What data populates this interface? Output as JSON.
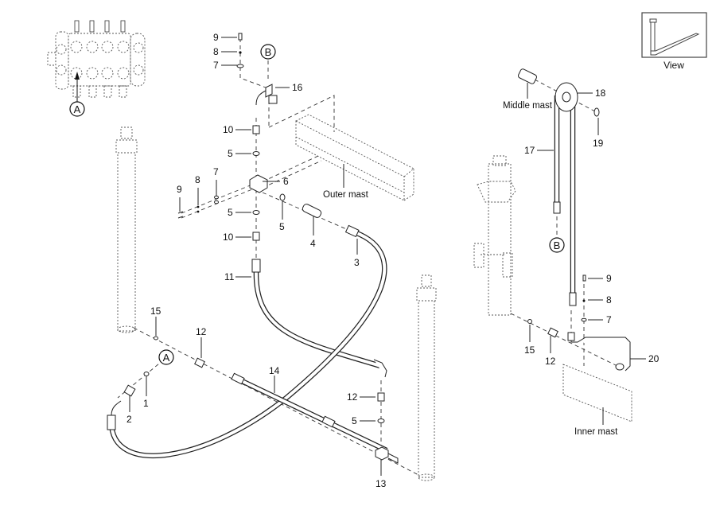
{
  "diagram": {
    "title": "Hydraulic lift line exploded view",
    "view_label": "View",
    "reference_markers": {
      "A_valve": "A",
      "A_line": "A",
      "B_top": "B",
      "B_right": "B"
    },
    "component_labels": {
      "outer_mast": "Outer mast",
      "middle_mast": "Middle mast",
      "inner_mast": "Inner mast"
    },
    "callouts": [
      {
        "id": "c9a",
        "number": "9"
      },
      {
        "id": "c8a",
        "number": "8"
      },
      {
        "id": "c7a",
        "number": "7"
      },
      {
        "id": "c16",
        "number": "16"
      },
      {
        "id": "c10a",
        "number": "10"
      },
      {
        "id": "c5a",
        "number": "5"
      },
      {
        "id": "c6",
        "number": "6"
      },
      {
        "id": "c7b",
        "number": "7"
      },
      {
        "id": "c8b",
        "number": "8"
      },
      {
        "id": "c9b",
        "number": "9"
      },
      {
        "id": "c5b",
        "number": "5"
      },
      {
        "id": "c5c",
        "number": "5"
      },
      {
        "id": "c10b",
        "number": "10"
      },
      {
        "id": "c4",
        "number": "4"
      },
      {
        "id": "c3",
        "number": "3"
      },
      {
        "id": "c11",
        "number": "11"
      },
      {
        "id": "c15a",
        "number": "15"
      },
      {
        "id": "c12a",
        "number": "12"
      },
      {
        "id": "c14",
        "number": "14"
      },
      {
        "id": "c1",
        "number": "1"
      },
      {
        "id": "c2",
        "number": "2"
      },
      {
        "id": "c12b",
        "number": "12"
      },
      {
        "id": "c5d",
        "number": "5"
      },
      {
        "id": "c13",
        "number": "13"
      },
      {
        "id": "c18",
        "number": "18"
      },
      {
        "id": "c19",
        "number": "19"
      },
      {
        "id": "c17",
        "number": "17"
      },
      {
        "id": "c9c",
        "number": "9"
      },
      {
        "id": "c8c",
        "number": "8"
      },
      {
        "id": "c7c",
        "number": "7"
      },
      {
        "id": "c15b",
        "number": "15"
      },
      {
        "id": "c12c",
        "number": "12"
      },
      {
        "id": "c20",
        "number": "20"
      }
    ]
  }
}
